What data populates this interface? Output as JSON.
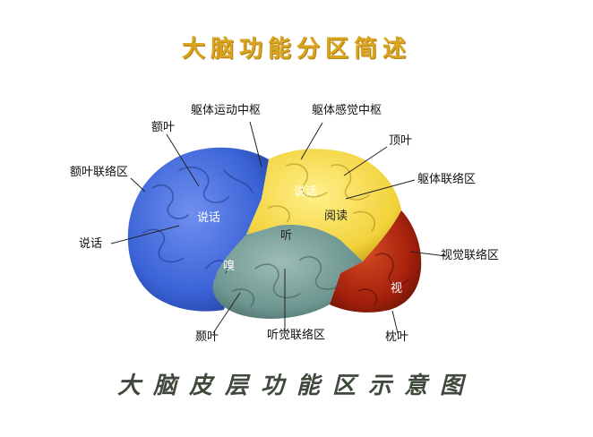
{
  "title": "大脑功能分区简述",
  "caption": "大脑皮层功能区示意图",
  "colors": {
    "frontal": "#3b63d6",
    "parietal": "#f2d23a",
    "temporal": "#6e9690",
    "occipital": "#a5200c",
    "title": "#d9a520"
  },
  "labels": {
    "motor_cortex": "躯体运动中枢",
    "sensory_cortex": "躯体感觉中枢",
    "frontal_lobe": "额叶",
    "parietal_lobe": "顶叶",
    "frontal_association": "额叶联络区",
    "somatic_association": "躯体联络区",
    "speech": "说话",
    "visual_association": "视觉联络区",
    "temporal_lobe": "颞叶",
    "auditory_association": "听觉联络区",
    "occipital_lobe": "枕叶"
  },
  "inner_labels": {
    "speech_frontal": "说话",
    "speech_parietal": "说话",
    "reading": "阅读",
    "hearing": "听",
    "smell": "嗅",
    "vision": "视"
  }
}
